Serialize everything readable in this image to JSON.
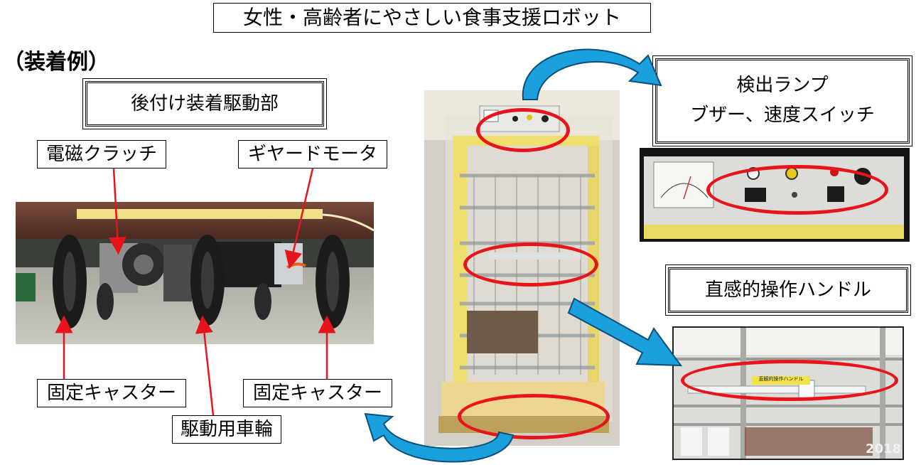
{
  "title": "女性・高齢者にやさしい食事支援ロボット",
  "example_label": "（装着例）",
  "drive_unit_title": "後付け装着駆動部",
  "callouts": {
    "clutch": "電磁クラッチ",
    "motor": "ギヤードモータ",
    "caster_left": "固定キャスター",
    "caster_right": "固定キャスター",
    "drive_wheel": "駆動用車輪"
  },
  "lamp_box": {
    "line1": "検出ランプ",
    "line2": "ブザー、速度スイッチ"
  },
  "handle_box": "直感的操作ハンドル",
  "photo_texts": {
    "handle_sticker": "直観的操作ハンドル",
    "year_mark": "2018"
  },
  "colors": {
    "highlight_red": "#e8141b",
    "arrow_blue": "#1aa0dc",
    "frame_yellow": "#f3e46a"
  }
}
